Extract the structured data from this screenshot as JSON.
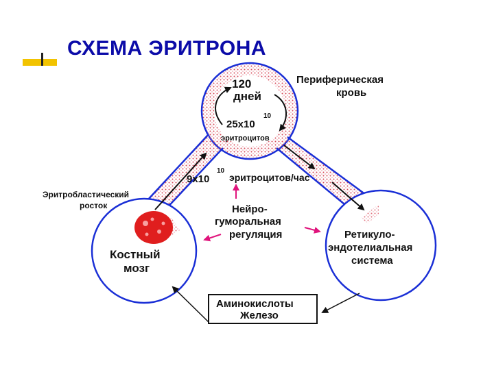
{
  "title": "СХЕМА ЭРИТРОНА",
  "colors": {
    "title": "#0b0ba8",
    "title_accent": "#f2c300",
    "circle_stroke": "#1a2fd6",
    "channel_dots": "#d84a5a",
    "bone_marrow_blob": "#e01e1e",
    "regulation_arrows": "#e0147c"
  },
  "labels": {
    "days_value": "120",
    "days_unit": "дней",
    "peripheral_blood_line1": "Периферическая",
    "peripheral_blood_line2": "кровь",
    "count_base": "25х10",
    "count_exp": "10",
    "count_unit": "эритроцитов",
    "rate_base": "9х10",
    "rate_exp": "10",
    "rate_unit": "эритроцитов/час",
    "erythroblastic_line1": "Эритробластический",
    "erythroblastic_line2": "росток",
    "neuro_line1": "Нейро-",
    "neuro_line2": "гуморальная",
    "neuro_line3": "регуляция",
    "bone_marrow_line1": "Костный",
    "bone_marrow_line2": "мозг",
    "res_line1": "Ретикуло-",
    "res_line2": "эндотелиальная",
    "res_line3": "система",
    "amino_line1": "Аминокислоты",
    "amino_line2": "Железо"
  }
}
